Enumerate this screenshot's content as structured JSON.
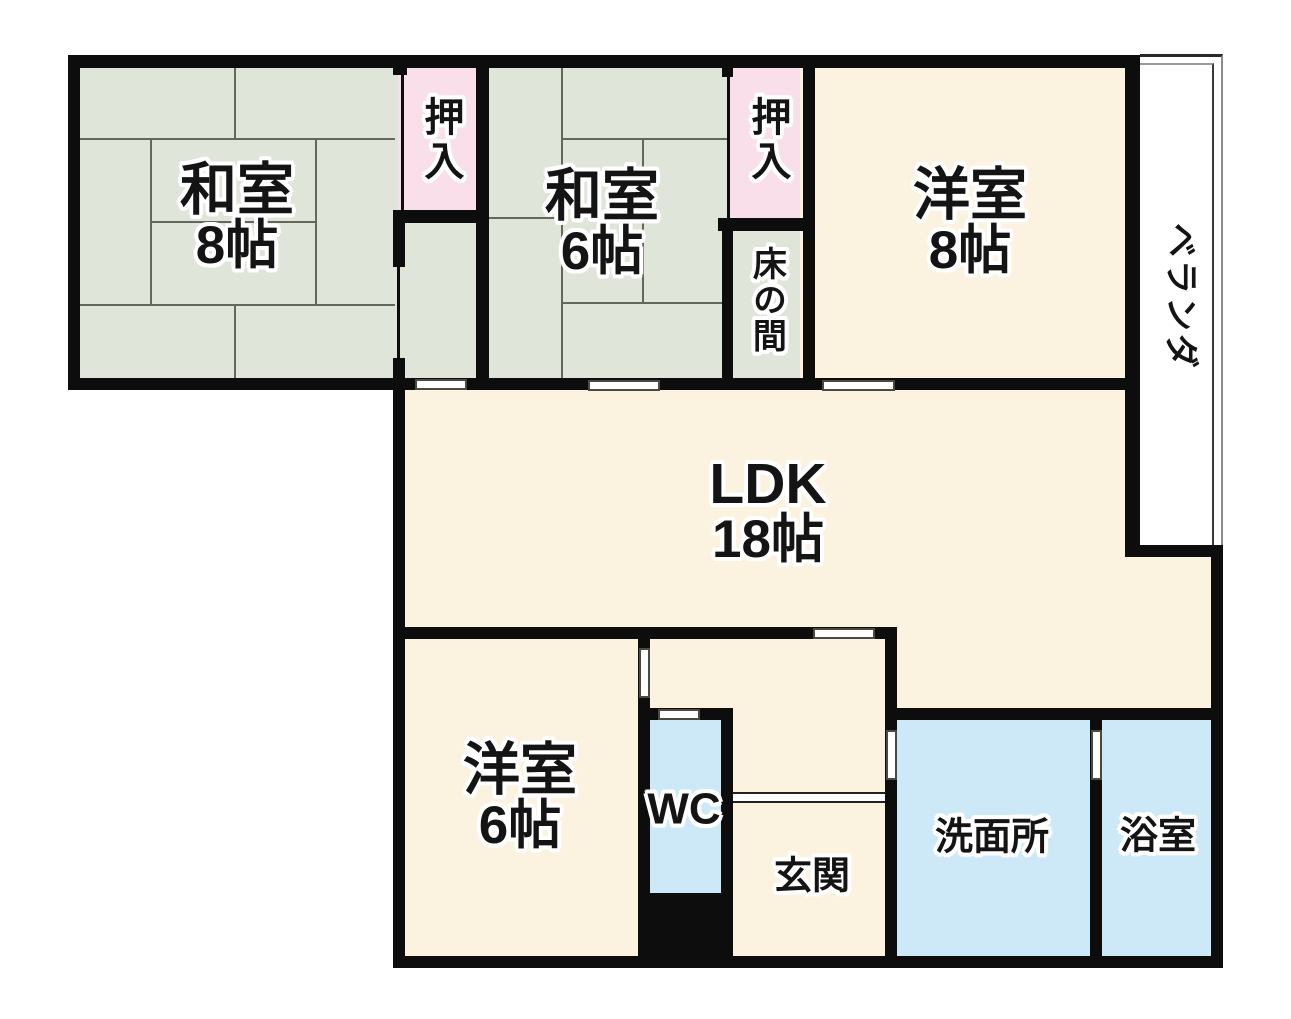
{
  "colors": {
    "tatami": "#dfe5d8",
    "cream": "#fbf2df",
    "pink": "#f8dfea",
    "blue": "#cde9f8",
    "wall": "#0d0d0d",
    "tatami_line": "#63685f"
  },
  "rooms": {
    "washitsu8": {
      "name": "和室",
      "size": "8帖"
    },
    "washitsu6": {
      "name": "和室",
      "size": "6帖"
    },
    "youshitsu8": {
      "name": "洋室",
      "size": "8帖"
    },
    "youshitsu6": {
      "name": "洋室",
      "size": "6帖"
    },
    "ldk": {
      "name": "LDK",
      "size": "18帖"
    },
    "oshiire_left": {
      "name": "押入"
    },
    "oshiire_right": {
      "name": "押入"
    },
    "tokonoma": {
      "name": "床の間"
    },
    "wc": {
      "name": "WC"
    },
    "genkan": {
      "name": "玄関"
    },
    "senmenjo": {
      "name": "洗面所"
    },
    "yokushitsu": {
      "name": "浴室"
    },
    "veranda": {
      "name": "ベランダ"
    }
  }
}
